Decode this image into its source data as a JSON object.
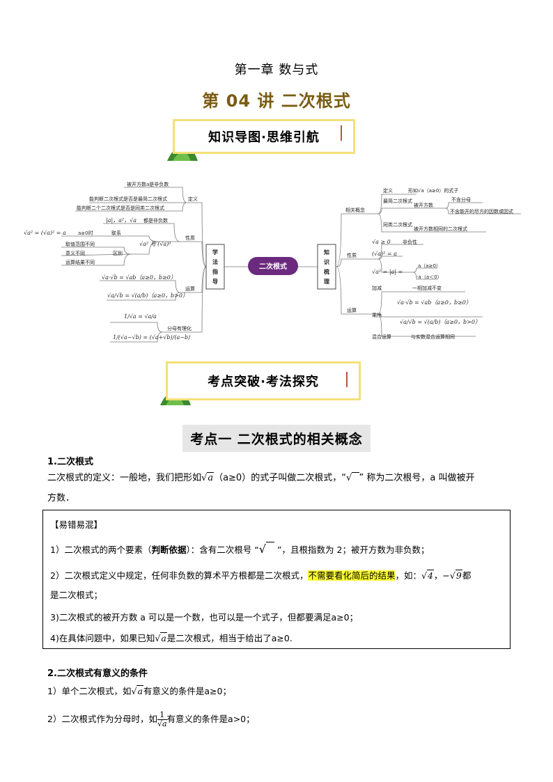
{
  "header": {
    "chapter": "第一章 数与式",
    "lecture": "第 04 讲   二次根式"
  },
  "banners": {
    "mindmap": "知识导图·思维引航",
    "exam": "考点突破·考法探究"
  },
  "mindmap": {
    "center": "二次根式",
    "left_hub": "学法指导",
    "right_hub": "知识梳理",
    "left": {
      "definition_label": "定义",
      "definition_items": [
        "被开方数a是非负数",
        "能判断二次根式是否是最简二次根式",
        "能判断二个二次根式是否是同类二次根式"
      ],
      "property_label": "性质",
      "property_items": [
        "都是非负数",
        "a≥0时",
        "联系",
        "取值范围不同",
        "意义不同",
        "区别",
        "运算结果不同"
      ],
      "operation_label": "运算",
      "rationalize_label": "分母有理化"
    },
    "right": {
      "concept_label": "相关概念",
      "concept_items": [
        "定义",
        "形如√a（a≥0）的式子",
        "最简二次根式",
        "被开方数",
        "不含分母",
        "不含能开的尽方的因数或因式",
        "同类二次根式",
        "被开方数相同的二次根式"
      ],
      "property_label": "性质",
      "property_items": [
        "非负性",
        "a（a≥0）",
        "-a（a＜0）"
      ],
      "operation_label": "运算",
      "operation_items": [
        "加减",
        "一相加减不变",
        "乘除",
        "混合运算",
        "与实数混合运算相同"
      ]
    }
  },
  "section": {
    "title": "考点一    二次根式的相关概念",
    "sub1": "1.二次根式",
    "def_pre": "二次根式的定义：一般地，我们把形如",
    "def_mid": "（a≥0）的式子叫做二次根式，“",
    "def_post": "” 称为二次根号，a 叫做被开",
    "def_line2": "方数．",
    "box_title": "【易错易混】",
    "box_l1a": "1）二次根式的两个要素（",
    "box_l1b": "判断依据",
    "box_l1c": "）：含有二次根号 “",
    "box_l1d": " ”，且根指数为 2；被开方数为非负数；",
    "box_l2a": "2）二次根式定义中规定，任何非负数的算术平方根都是二次根式，",
    "box_l2b": "不需要看化简后的结果",
    "box_l2c": "，如：",
    "box_l2d": "都",
    "box_l2e": "是二次根式；",
    "box_l3": "3)二次根式的被开方数 a 可以是一个数，也可以是一个式子，但都要满足a≥0；",
    "box_l4a": "4)在具体问题中，如果已知",
    "box_l4b": "是二次根式，相当于给出了a≥0.",
    "sub2": "2.二次根式有意义的条件",
    "c1a": "1）单个二次根式，如",
    "c1b": "有意义的条件是a≥0；",
    "c2a": "2）二次根式作为分母时，如",
    "c2b": "有意义的条件是a>0；"
  }
}
